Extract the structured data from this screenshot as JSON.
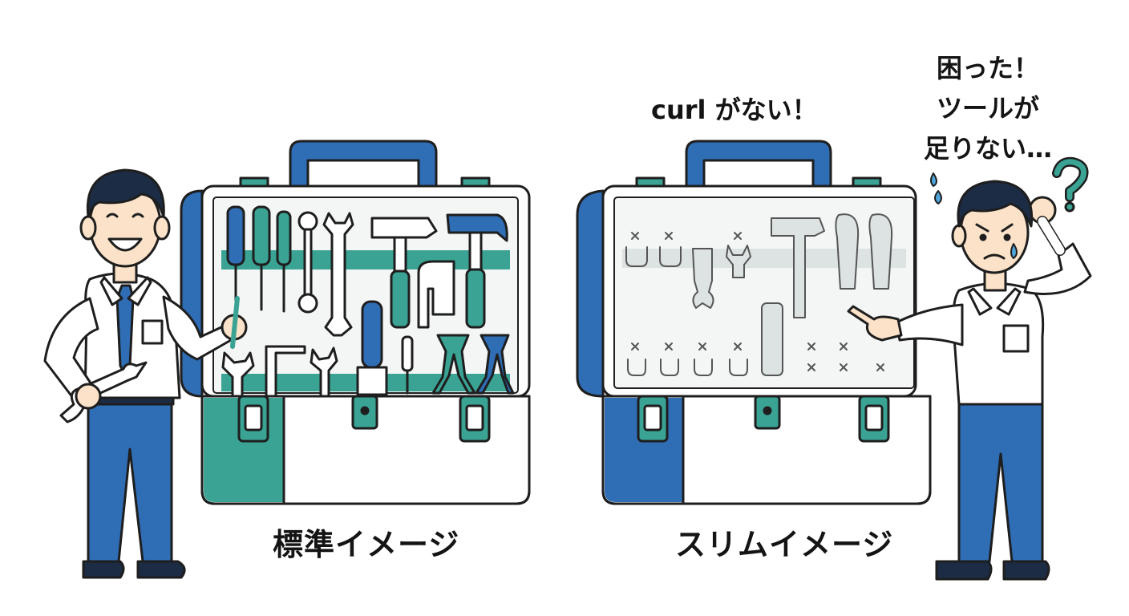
{
  "labels": {
    "standard": "標準イメージ",
    "slim": "スリムイメージ"
  },
  "speech": {
    "curl_missing": "curl がない！",
    "trouble_line1": "困った！",
    "trouble_line2": "ツールが",
    "trouble_line3": "足りない…"
  },
  "colors": {
    "outline": "#1e1e1e",
    "blue": "#2f6db5",
    "teal": "#3aa394",
    "skin": "#fbe2c8",
    "hair": "#1c2c44",
    "ghost": "#dde3e2"
  }
}
